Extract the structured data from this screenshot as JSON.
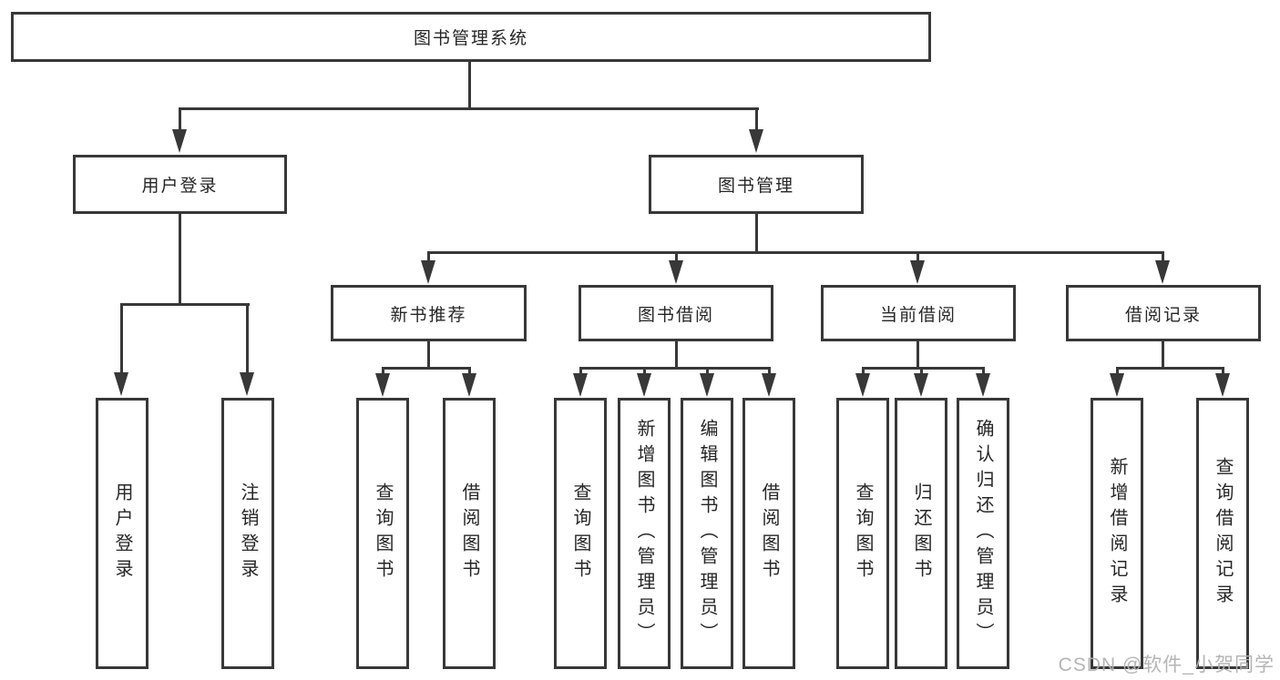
{
  "tree": {
    "root": {
      "label": "图书管理系统"
    },
    "branches": [
      {
        "label": "用户登录",
        "children": [
          {
            "label": "用户登录"
          },
          {
            "label": "注销登录"
          }
        ]
      },
      {
        "label": "图书管理",
        "children": [
          {
            "label": "新书推荐",
            "children": [
              {
                "label": "查询图书"
              },
              {
                "label": "借阅图书"
              }
            ]
          },
          {
            "label": "图书借阅",
            "children": [
              {
                "label": "查询图书"
              },
              {
                "label": "新增图书（管理员）"
              },
              {
                "label": "编辑图书（管理员）"
              },
              {
                "label": "借阅图书"
              }
            ]
          },
          {
            "label": "当前借阅",
            "children": [
              {
                "label": "查询图书"
              },
              {
                "label": "归还图书"
              },
              {
                "label": "确认归还（管理员）"
              }
            ]
          },
          {
            "label": "借阅记录",
            "children": [
              {
                "label": "新增借阅记录"
              },
              {
                "label": "查询借阅记录"
              }
            ]
          }
        ]
      }
    ]
  },
  "watermark": {
    "text": "CSDN @软件_小贺同学"
  },
  "colors": {
    "line": "#383838",
    "box_border": "#383838",
    "box_background": "#ffffff",
    "text": "#262626",
    "watermark": "#b1b1b1",
    "background": "#ffffff"
  }
}
